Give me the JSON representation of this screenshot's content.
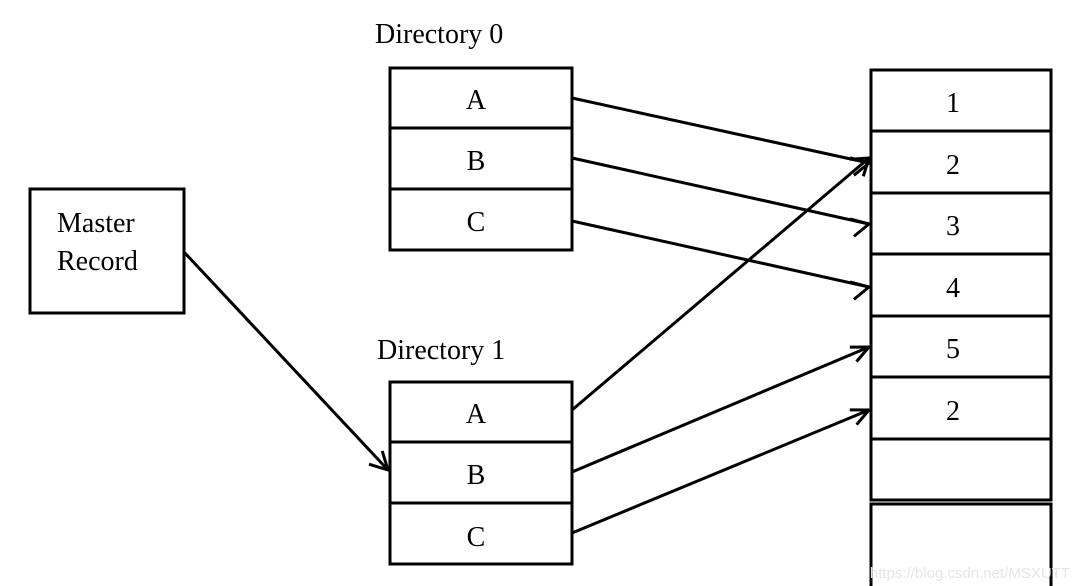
{
  "master": {
    "line1": "Master",
    "line2": "Record"
  },
  "directory0": {
    "title": "Directory 0",
    "cells": [
      "A",
      "B",
      "C"
    ]
  },
  "directory1": {
    "title": "Directory 1",
    "cells": [
      "A",
      "B",
      "C"
    ]
  },
  "storage": {
    "cells": [
      "1",
      "2",
      "3",
      "4",
      "5",
      "2",
      "",
      ""
    ]
  },
  "watermark": "https://blog.csdn.net/MSXUTT",
  "links": [
    {
      "from": "Master Record",
      "to": "Directory 1 / B"
    },
    {
      "from": "Directory 0 / A",
      "to": "2"
    },
    {
      "from": "Directory 0 / B",
      "to": "3"
    },
    {
      "from": "Directory 0 / C",
      "to": "4"
    },
    {
      "from": "Directory 1 / A",
      "to": "2"
    },
    {
      "from": "Directory 1 / B",
      "to": "5"
    },
    {
      "from": "Directory 1 / C",
      "to": "2"
    }
  ]
}
